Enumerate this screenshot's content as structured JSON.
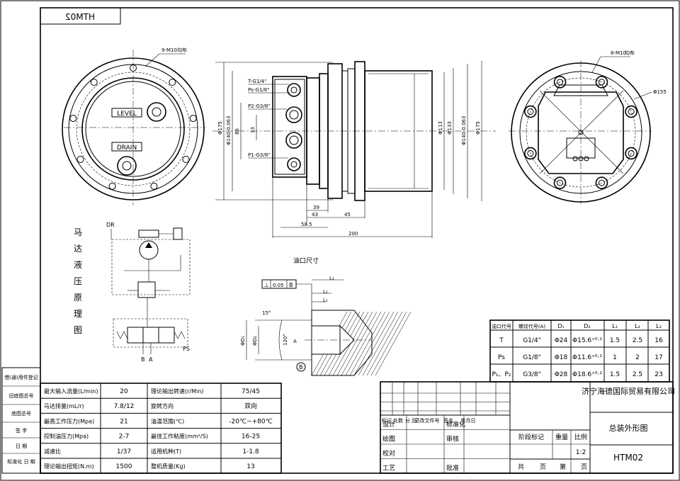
{
  "drawing": {
    "code_mirrored": "HTM02",
    "code": "HTM02",
    "title": "总装外形图",
    "company": "济宁海德国际贸易有限公司",
    "scale_label": "比例",
    "scale": "1:2",
    "stage_label": "阶段标记",
    "weight_label": "重量",
    "total_label": "共",
    "page_label": "页",
    "sheet_label": "第",
    "sheet_page_label": "页"
  },
  "views": {
    "left_bolts": "9-M10",
    "left_bolts_suffix": "均布",
    "right_bolts": "8-M10",
    "right_bolts_suffix": "均布",
    "level": "LEVEL",
    "drain": "DRAIN",
    "right_dia": "Φ155",
    "port_t": "T-G1/4\"",
    "port_ps": "Ps-G1/8\"",
    "port_p2": "P2-G3/8\"",
    "port_p1": "P1-G3/8\"",
    "dim_175": "Φ175",
    "dim_140_left": "Φ140-0.063",
    "dim_86": "86",
    "dim_33": "33",
    "dim_113": "Φ113",
    "dim_133": "Φ133",
    "dim_140_right": "Φ140-0.063",
    "dim_175_right": "Φ175",
    "dim_39": "39",
    "dim_43": "43",
    "dim_45": "45",
    "dim_58_5": "58.5",
    "dim_200": "200"
  },
  "hydraulic": {
    "title_chars": [
      "马",
      "达",
      "液",
      "压",
      "原",
      "理",
      "图"
    ],
    "dr": "DR",
    "ps": "PS",
    "b": "B",
    "a": "A"
  },
  "port_detail": {
    "title": "油口尺寸",
    "tol_box": [
      "⊥",
      "0.05",
      "B"
    ],
    "angle": "15°",
    "l1": "L₁",
    "l2": "L₂",
    "l3": "L₃",
    "d1": "ΦD₁",
    "d2": "ΦD₂",
    "a": "A",
    "b": "B",
    "angle2": "120°"
  },
  "port_table": {
    "headers": [
      "油口代号",
      "螺纹代号(A)",
      "D₁",
      "D₂",
      "L₁",
      "L₂",
      "L₃"
    ],
    "rows": [
      [
        "T",
        "G1/4\"",
        "Φ24",
        "Φ15.6⁺⁰·¹",
        "1.5",
        "2.5",
        "16"
      ],
      [
        "Ps",
        "G1/8\"",
        "Φ18",
        "Φ11.6⁺⁰·¹",
        "1",
        "2",
        "17"
      ],
      [
        "P₁、P₂",
        "G3/8\"",
        "Φ28",
        "Φ18.6⁺⁰·¹",
        "1.5",
        "2.5",
        "23"
      ]
    ]
  },
  "spec_table": {
    "rows": [
      [
        "最大输入流量(L/min)",
        "20",
        "理论输出转速(r/Min)",
        "75/45"
      ],
      [
        "马达排量(mL/r)",
        "7.8/12",
        "旋转方向",
        "双向"
      ],
      [
        "最高工作压力(Mpa)",
        "21",
        "油温范围(℃)",
        "-20℃~+80℃"
      ],
      [
        "控制油压力(Mpa)",
        "2-7",
        "最佳工作粘度(mm²/S)",
        "16-25"
      ],
      [
        "减速比",
        "1/37",
        "适用机种(T)",
        "1-1.8"
      ],
      [
        "理论输出扭矩(N.m)",
        "1500",
        "整机质量(Kg)",
        "13"
      ]
    ]
  },
  "side_labels": [
    "借(通)用件登记",
    "旧底图总号",
    "底图总号",
    "签 字",
    "日 期",
    "标准化 日 期"
  ],
  "title_block": {
    "rev_headers": [
      "标记",
      "处数",
      "分 区",
      "更改文件号",
      "签名",
      "年月日"
    ],
    "roles": [
      "设计",
      "绘图",
      "校对",
      "工艺"
    ],
    "roles2": [
      "标准化",
      "审核",
      "",
      "批准"
    ]
  }
}
